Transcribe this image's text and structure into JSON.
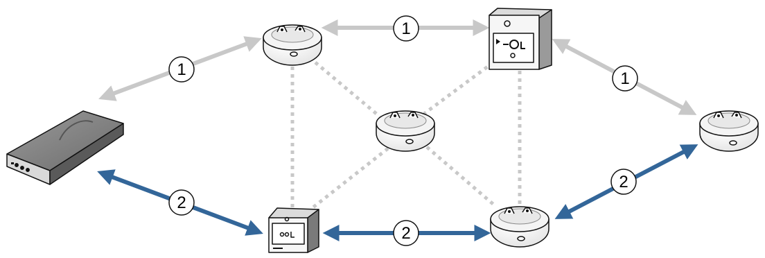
{
  "colors": {
    "link_1": "#c8c8c8",
    "link_2": "#336699",
    "mesh": "#c8c8c8",
    "device_body": "#f6f6f6",
    "outline": "#111111",
    "gateway_top": "#8a8a8a",
    "gateway_side": "#5a5a5a"
  },
  "legend_badges": {
    "badge_1_label": "1",
    "badge_2_label": "2"
  },
  "devices": [
    {
      "id": "gateway",
      "kind": "gateway",
      "icon": "gateway-icon"
    },
    {
      "id": "detector_top_left",
      "kind": "smoke-detector",
      "icon": "smoke-detector-icon"
    },
    {
      "id": "callpoint_top",
      "kind": "manual-call-point",
      "icon": "manual-call-point-icon"
    },
    {
      "id": "detector_center",
      "kind": "smoke-detector",
      "icon": "smoke-detector-icon"
    },
    {
      "id": "detector_right",
      "kind": "smoke-detector",
      "icon": "smoke-detector-icon"
    },
    {
      "id": "callpoint_bottom",
      "kind": "manual-call-point",
      "icon": "manual-call-point-icon"
    },
    {
      "id": "detector_bottom_right",
      "kind": "smoke-detector",
      "icon": "smoke-detector-icon"
    }
  ],
  "links": [
    {
      "from": "gateway",
      "to": "detector_top_left",
      "type": "1"
    },
    {
      "from": "detector_top_left",
      "to": "callpoint_top",
      "type": "1"
    },
    {
      "from": "callpoint_top",
      "to": "detector_right",
      "type": "1"
    },
    {
      "from": "gateway",
      "to": "callpoint_bottom",
      "type": "2"
    },
    {
      "from": "callpoint_bottom",
      "to": "detector_bottom_right",
      "type": "2"
    },
    {
      "from": "detector_bottom_right",
      "to": "detector_right",
      "type": "2"
    }
  ],
  "mesh_links": [
    {
      "from": "detector_top_left",
      "to": "callpoint_bottom"
    },
    {
      "from": "detector_top_left",
      "to": "detector_center"
    },
    {
      "from": "callpoint_top",
      "to": "detector_center"
    },
    {
      "from": "callpoint_top",
      "to": "detector_bottom_right"
    },
    {
      "from": "detector_center",
      "to": "callpoint_bottom"
    },
    {
      "from": "detector_center",
      "to": "detector_bottom_right"
    }
  ]
}
